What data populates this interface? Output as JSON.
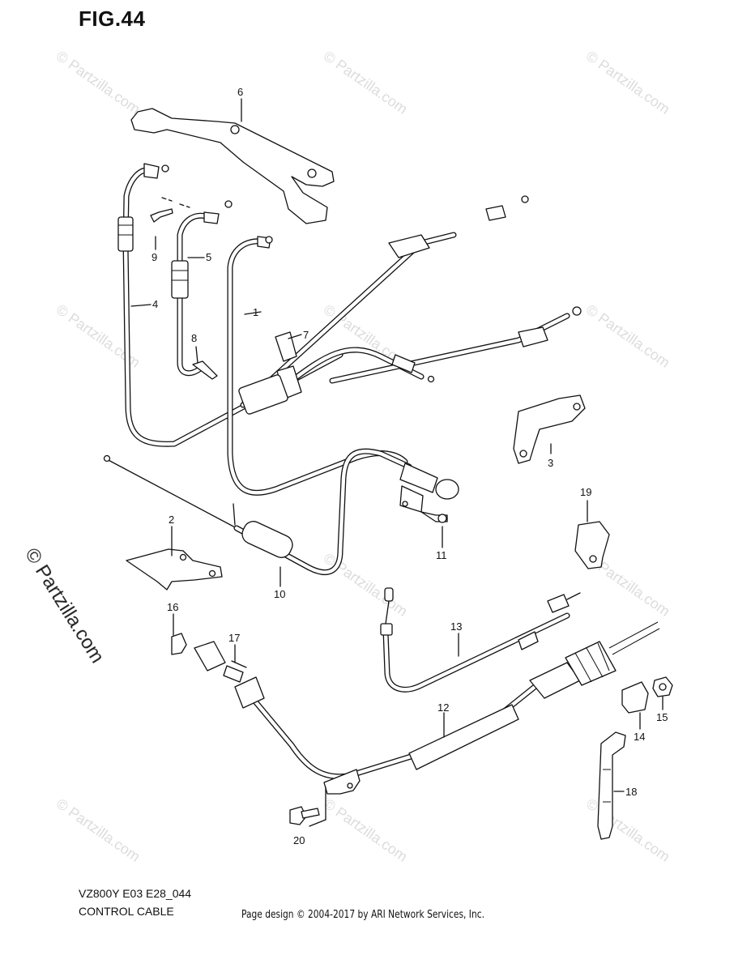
{
  "figure": {
    "title": "FIG.44",
    "model_line": "VZ800Y E03 E28_044",
    "name": "CONTROL CABLE",
    "copyright": "Page design © 2004-2017 by ARI Network Services, Inc.",
    "watermark_side": "© Partzilla.com",
    "watermark_tile": "© Partzilla.com"
  },
  "callouts": [
    "1",
    "2",
    "3",
    "4",
    "5",
    "6",
    "7",
    "8",
    "9",
    "10",
    "11",
    "12",
    "13",
    "14",
    "15",
    "16",
    "17",
    "18",
    "19",
    "20"
  ]
}
